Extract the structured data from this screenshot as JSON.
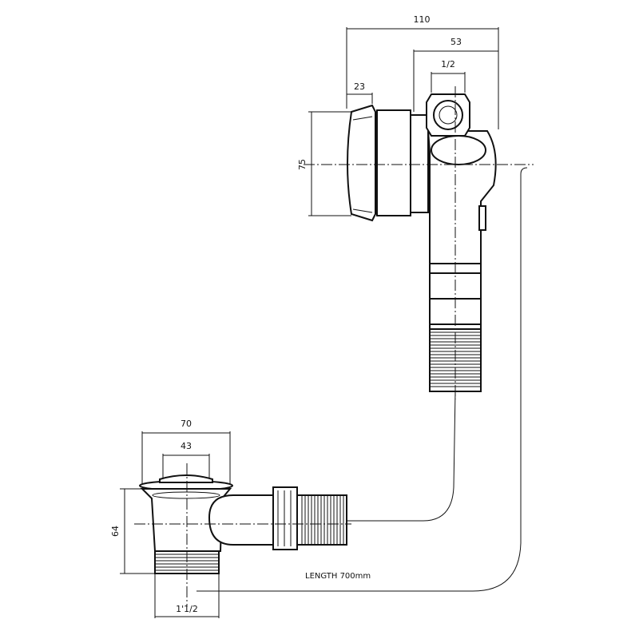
{
  "dimensions": {
    "overall_width": "110",
    "right_width": "53",
    "thread_size_top": "1/2",
    "handle_depth": "23",
    "overflow_height": "75",
    "waste_width": "70",
    "plug_diameter": "43",
    "waste_height": "64",
    "thread_size_bottom": "1'1/2"
  },
  "labels": {
    "cable_length": "LENGTH 700mm"
  },
  "colors": {
    "line": "#111111",
    "background": "#ffffff"
  }
}
